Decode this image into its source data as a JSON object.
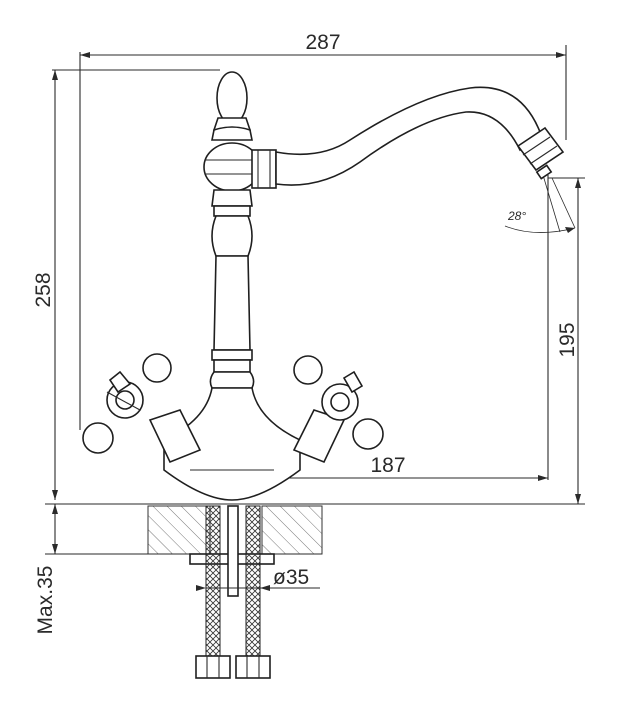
{
  "dimensions": {
    "width_total": "287",
    "height_total": "258",
    "spout_height": "195",
    "spout_reach": "187",
    "hole_diameter": "ø35",
    "max_thickness": "Max.35",
    "swivel_angle": "28°"
  }
}
